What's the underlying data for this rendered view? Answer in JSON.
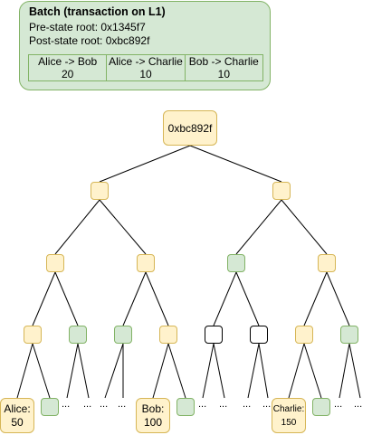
{
  "batch": {
    "title": "Batch (transaction on L1)",
    "pre_state": "Pre-state root: 0x1345f7",
    "post_state": "Post-state root: 0xbc892f",
    "transactions": [
      {
        "label": "Alice -> Bob",
        "amount": "20"
      },
      {
        "label": "Alice -> Charlie",
        "amount": "10"
      },
      {
        "label": "Bob -> Charlie",
        "amount": "10"
      }
    ]
  },
  "tree": {
    "root_hash": "0xbc892f",
    "leaves": [
      {
        "name": "Alice:",
        "balance": "50"
      },
      {
        "name": "Bob:",
        "balance": "100"
      },
      {
        "name": "Charlie:",
        "balance": "150"
      }
    ],
    "ellipsis": "..."
  },
  "colors": {
    "changed_fill": "#fff2cc",
    "changed_border": "#d6b656",
    "unchanged_fill": "#d5e8d4",
    "unchanged_border": "#82b366",
    "unknown_fill": "#ffffff",
    "unknown_border": "#000000"
  }
}
